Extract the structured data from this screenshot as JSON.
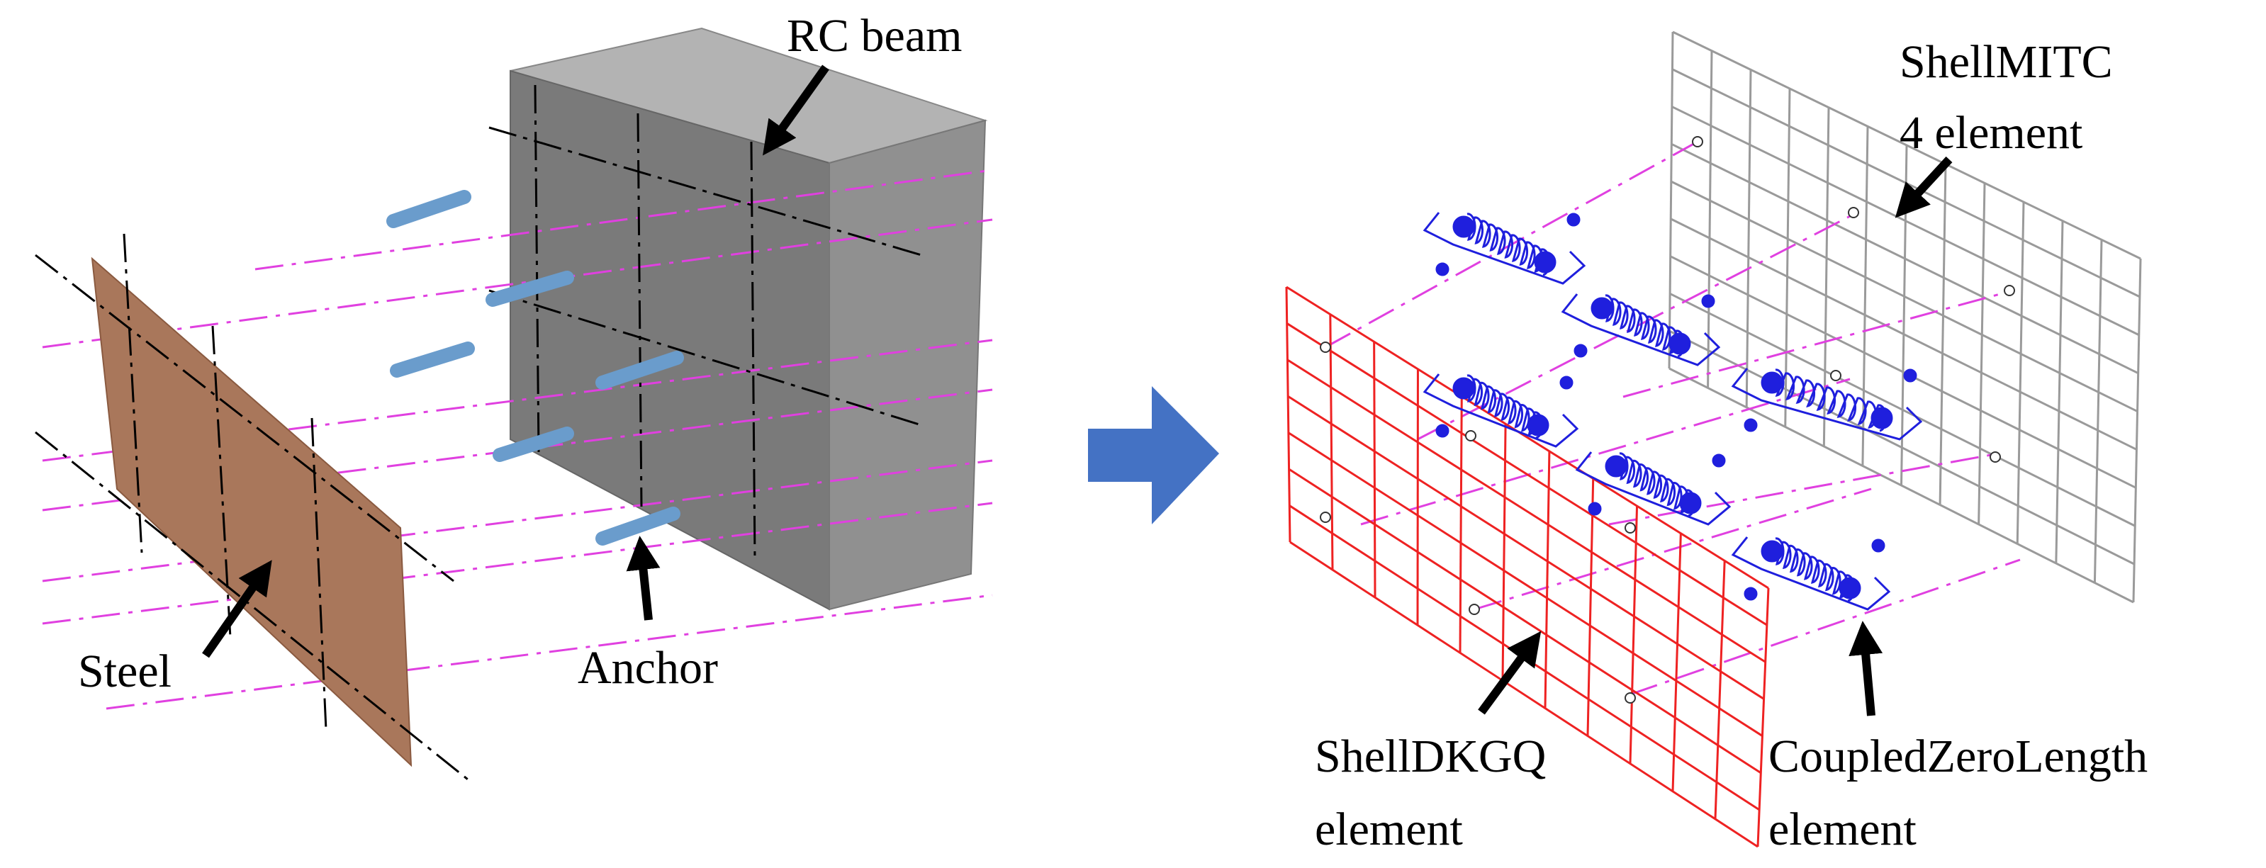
{
  "labels": {
    "rc_beam": "RC beam",
    "steel": "Steel",
    "anchor": "Anchor",
    "shell_mitc_line1": "ShellMITC",
    "shell_mitc_line2": "4 element",
    "shell_dkgq_line1": "ShellDKGQ",
    "shell_dkgq_line2": "element",
    "coupled_line1": "CoupledZeroLength",
    "coupled_line2": "element"
  },
  "colors": {
    "rc_beam_front": "#7a7a7a",
    "rc_beam_top": "#b3b3b3",
    "rc_beam_side": "#909090",
    "steel_plate": "#a9775b",
    "anchor_rod": "#6a9ccc",
    "connection_line": "#e040e0",
    "steel_mesh": "#ee2222",
    "concrete_mesh": "#9a9a9a",
    "spring": "#1f1fdd",
    "transition_arrow": "#4472c4",
    "pointer_arrow": "#000000"
  },
  "icons": {
    "transition": "right-arrow-icon",
    "pointer": "arrow-pointer-icon",
    "spring": "spring-icon"
  }
}
